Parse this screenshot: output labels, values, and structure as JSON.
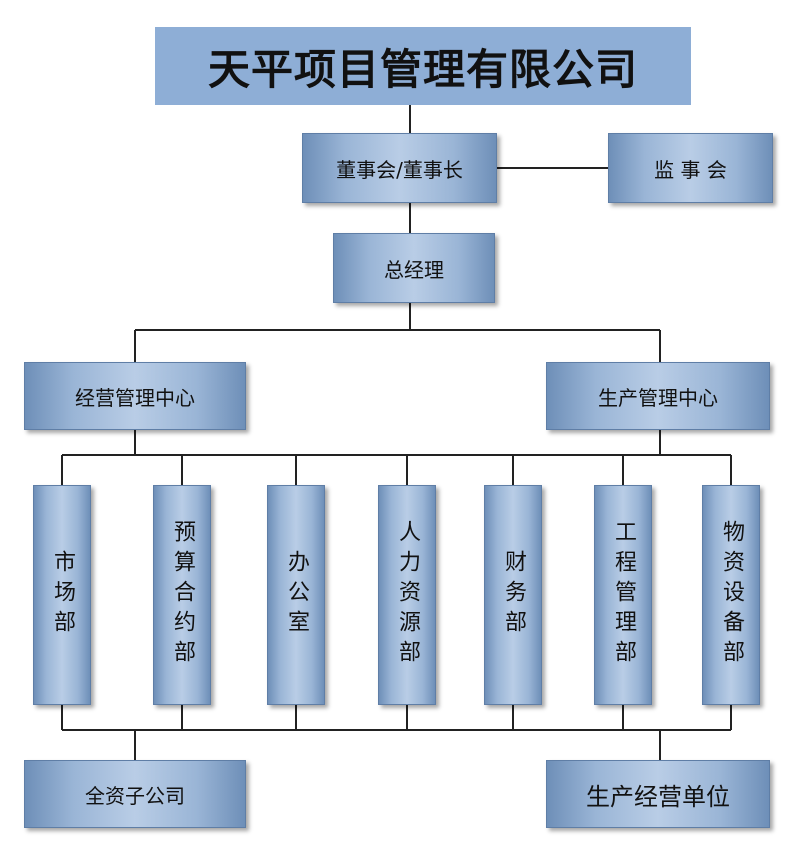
{
  "title": "天平项目管理有限公司",
  "board": "董事会/董事长",
  "supervisory": "监 事 会",
  "gm": "总经理",
  "centers": {
    "business": "经营管理中心",
    "production": "生产管理中心"
  },
  "departments": [
    "市场部",
    "预算合约部",
    "办公室",
    "人力资源部",
    "财务部",
    "工程管理部",
    "物资设备部"
  ],
  "bottom": {
    "subsidiary": "全资子公司",
    "units": "生产经营单位"
  }
}
